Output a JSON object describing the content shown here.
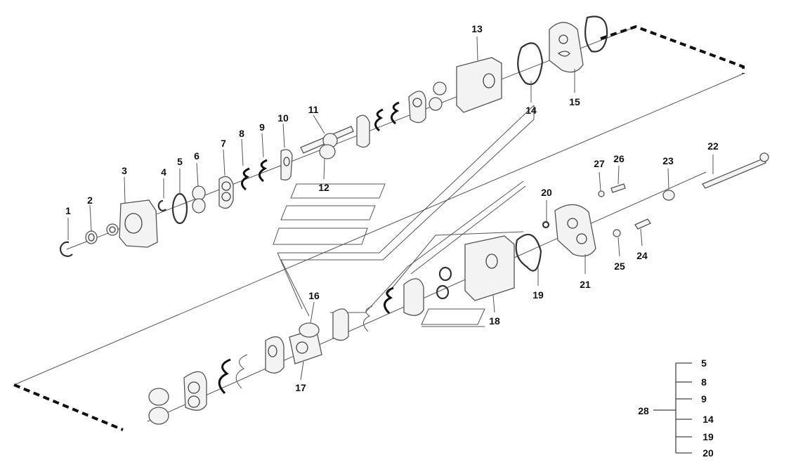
{
  "diagram": {
    "callouts": [
      "1",
      "2",
      "3",
      "4",
      "5",
      "6",
      "7",
      "8",
      "9",
      "10",
      "11",
      "12",
      "13",
      "14",
      "15",
      "16",
      "17",
      "18",
      "19",
      "20",
      "21",
      "22",
      "23",
      "24",
      "25",
      "26",
      "27"
    ],
    "kit": {
      "label": "28",
      "items": [
        "5",
        "8",
        "9",
        "14",
        "19",
        "20"
      ]
    }
  }
}
